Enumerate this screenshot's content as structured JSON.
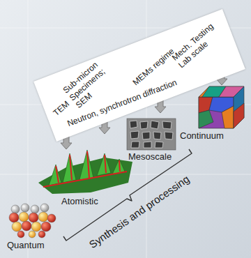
{
  "diagram": {
    "nodes": [
      {
        "text": [
          "TEM",
          "Sub-micron Specimens; SEM",
          "MEMs regime",
          "Mech. Testing Lab scale",
          "Neutron, synchrotron diffraction"
        ]
      }
    ],
    "labels": [
      "Continuum",
      "Mesoscale",
      "Atomistic",
      "Quantum",
      "Synthesis and processing"
    ]
  }
}
